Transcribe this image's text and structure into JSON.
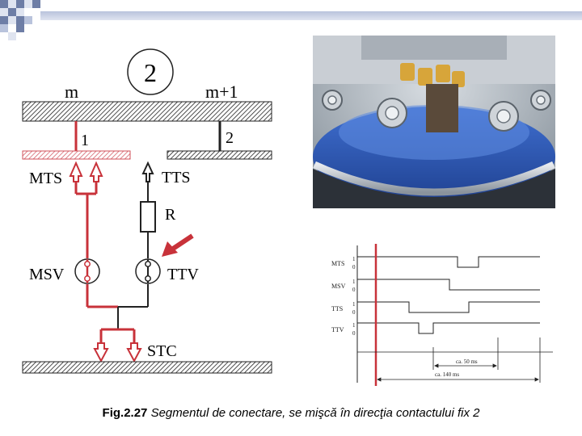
{
  "diagram": {
    "circle_label": "2",
    "segment_m": "m",
    "segment_m1": "m+1",
    "contact_1": "1",
    "contact_2": "2",
    "mts": "MTS",
    "tts": "TTS",
    "r": "R",
    "msv": "MSV",
    "ttv": "TTV",
    "stc": "STC"
  },
  "timing": {
    "rows": [
      {
        "label": "MTS",
        "high": "1",
        "low": "0"
      },
      {
        "label": "MSV",
        "high": "1",
        "low": "0"
      },
      {
        "label": "TTS",
        "high": "1",
        "low": "0"
      },
      {
        "label": "TTV",
        "high": "1",
        "low": "0"
      }
    ],
    "dim1": "ca. 50 ms",
    "dim2": "ca. 140 ms"
  },
  "caption": {
    "number": "Fig.2.27",
    "text": " Segmentul de conectare, se mişcă în direcţia contactului fix 2"
  },
  "colors": {
    "red": "#c8323a",
    "deco_blue": "#b9c3dc",
    "deco_dark": "#6e7ea6"
  }
}
